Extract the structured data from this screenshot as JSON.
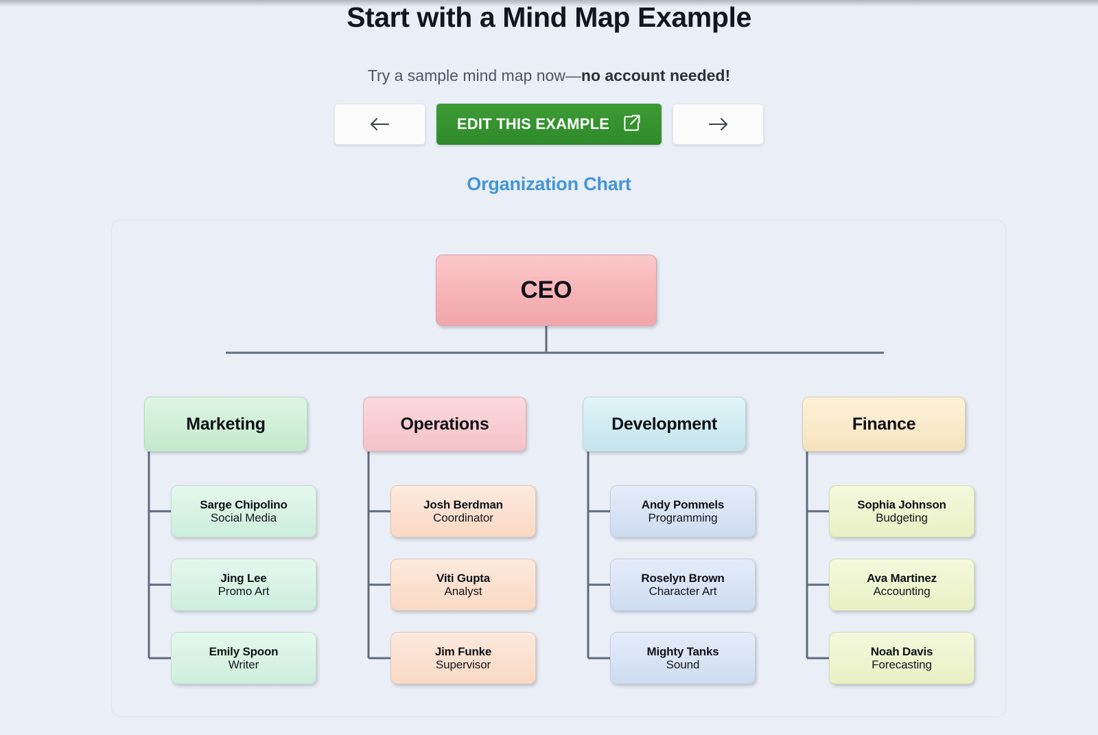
{
  "hero": {
    "title": "Start with a Mind Map Example",
    "subtitle_lead": "Try a sample mind map now—",
    "subtitle_bold": "no account needed!"
  },
  "controls": {
    "prev_icon": "arrow-left-icon",
    "next_icon": "arrow-right-icon",
    "edit_label": "EDIT THIS EXAMPLE",
    "edit_icon": "external-link-icon",
    "edit_color": "#348e2e"
  },
  "example": {
    "title": "Organization Chart",
    "title_color": "#4195d8"
  },
  "chart_data": {
    "type": "diagram",
    "diagram_type": "org-chart",
    "title": "Organization Chart",
    "root": {
      "label": "CEO",
      "color": "#f6b3b6"
    },
    "departments": [
      {
        "label": "Marketing",
        "color": "#cfeed6",
        "child_color": "#d8f2e4",
        "children": [
          {
            "name": "Sarge Chipolino",
            "role": "Social Media"
          },
          {
            "name": "Jing Lee",
            "role": "Promo Art"
          },
          {
            "name": "Emily Spoon",
            "role": "Writer"
          }
        ]
      },
      {
        "label": "Operations",
        "color": "#f7cbd0",
        "child_color": "#fbe0cf",
        "children": [
          {
            "name": "Josh Berdman",
            "role": "Coordinator"
          },
          {
            "name": "Viti Gupta",
            "role": "Analyst"
          },
          {
            "name": "Jim Funke",
            "role": "Supervisor"
          }
        ]
      },
      {
        "label": "Development",
        "color": "#cfeaf1",
        "child_color": "#d8e3f4",
        "children": [
          {
            "name": "Andy Pommels",
            "role": "Programming"
          },
          {
            "name": "Roselyn Brown",
            "role": "Character Art"
          },
          {
            "name": "Mighty Tanks",
            "role": "Sound"
          }
        ]
      },
      {
        "label": "Finance",
        "color": "#f9e9c9",
        "child_color": "#eef4cf",
        "children": [
          {
            "name": "Sophia Johnson",
            "role": "Budgeting"
          },
          {
            "name": "Ava Martinez",
            "role": "Accounting"
          },
          {
            "name": "Noah Davis",
            "role": "Forecasting"
          }
        ]
      }
    ],
    "connector_color": "#5d6a7c"
  }
}
